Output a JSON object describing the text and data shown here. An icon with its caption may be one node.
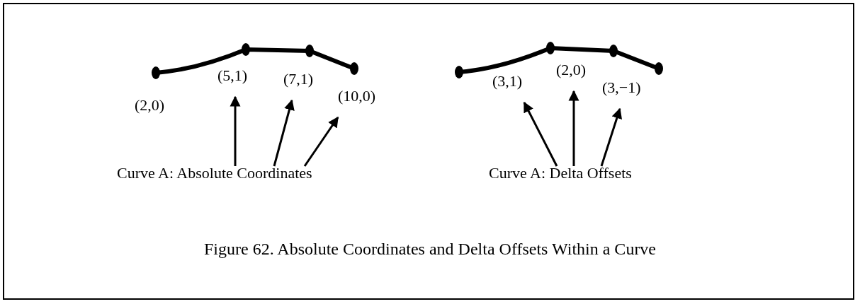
{
  "diagram": {
    "caption": "Figure 62. Absolute Coordinates and Delta Offsets Within a Curve",
    "nodes": [
      {
        "text": [
          "(5,1)"
        ]
      },
      {
        "text": [
          "(7,1)"
        ]
      },
      {
        "text": [
          "(10,0)"
        ]
      },
      {
        "text": [
          "Curve A: Absolute Coordinates"
        ]
      },
      {
        "text": [
          "(3,1)"
        ]
      },
      {
        "text": [
          "(2,0)"
        ]
      },
      {
        "text": [
          "(3,−1)"
        ]
      },
      {
        "text": [
          "Curve A: Delta Offsets"
        ]
      }
    ],
    "edges": [
      {
        "from": 3,
        "to": 0,
        "arrow": "to"
      },
      {
        "from": 3,
        "to": 1,
        "arrow": "to"
      },
      {
        "from": 3,
        "to": 2,
        "arrow": "to"
      },
      {
        "from": 7,
        "to": 4,
        "arrow": "to"
      },
      {
        "from": 7,
        "to": 5,
        "arrow": "to"
      },
      {
        "from": 7,
        "to": 6,
        "arrow": "to"
      }
    ],
    "labels": [
      "(2,0)"
    ]
  }
}
